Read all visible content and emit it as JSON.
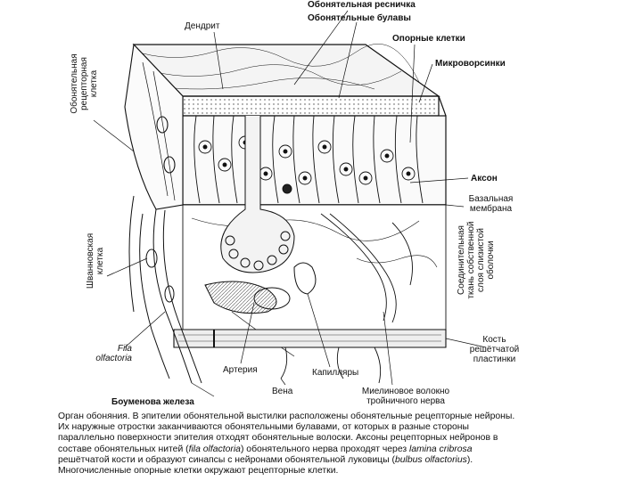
{
  "labels": {
    "cilium": "Обонятельная ресничка",
    "dendrite": "Дендрит",
    "knobs": "Обонятельные булавы",
    "supporting": "Опорные клетки",
    "microvilli": "Микроворсинки",
    "axon": "Аксон",
    "basal_1": "Базальная",
    "basal_2": "мембрана",
    "bone_1": "Кость",
    "bone_2": "решётчатой",
    "bone_3": "пластинки",
    "fila_1": "Fila",
    "fila_2": "olfactoria",
    "artery": "Артерия",
    "capillaries": "Капилляры",
    "vein": "Вена",
    "myelin_1": "Миелиновое волокно",
    "myelin_2": "тройничного нерва",
    "bowman": "Боуменова железа",
    "receptor_v_1": "Обонятельная",
    "receptor_v_2": "рецепторная",
    "receptor_v_3": "клетка",
    "schwann_v_1": "Шванновская",
    "schwann_v_2": "клетка",
    "lamina_v_1": "Соединительная",
    "lamina_v_2": "ткань собственной",
    "lamina_v_3": "слоя слизистой",
    "lamina_v_4": "оболочки"
  },
  "caption": {
    "line1": "Орган обоняния. В эпителии обонятельной выстилки расположены обонятельные рецепторные нейроны.",
    "line2": "Их наружные отростки заканчиваются обонятельными булавами, от которых в разные стороны",
    "line3": "параллельно поверхности эпителия отходят обонятельные волоски. Аксоны рецепторных нейронов в",
    "line4a": "составе обонятельных нитей (",
    "line4b": "fila olfactoria",
    "line4c": ") обонятельного нерва проходят через ",
    "line4d": "lamina cribrosa",
    "line5a": "решётчатой кости и образуют синапсы с нейронами обонятельной луковицы (",
    "line5b": "bulbus olfactorius",
    "line5c": ").",
    "line6": "Многочисленные опорные клетки окружают рецепторные клетки."
  }
}
